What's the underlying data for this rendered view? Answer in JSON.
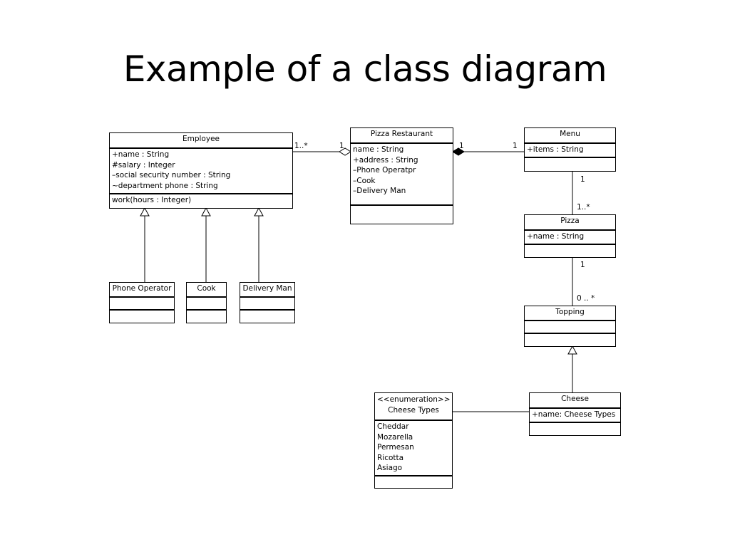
{
  "title": "Example of a class diagram",
  "classes": {
    "employee": {
      "name": "Employee",
      "attributes": [
        "+name : String",
        "#salary : Integer",
        "–social security number : String",
        "~department phone : String"
      ],
      "operations": [
        "work(hours : Integer)"
      ]
    },
    "phone_operator": {
      "name": "Phone Operator"
    },
    "cook": {
      "name": "Cook"
    },
    "delivery_man": {
      "name": "Delivery Man"
    },
    "pizza_restaurant": {
      "name": "Pizza Restaurant",
      "attributes": [
        "name : String",
        "+address : String",
        "–Phone Operatpr",
        "–Cook",
        "–Delivery Man"
      ]
    },
    "menu": {
      "name": "Menu",
      "attributes": [
        "+items : String"
      ]
    },
    "pizza": {
      "name": "Pizza",
      "attributes": [
        "+name : String"
      ]
    },
    "topping": {
      "name": "Topping"
    },
    "cheese": {
      "name": "Cheese",
      "attributes": [
        "+name: Cheese Types"
      ]
    },
    "cheese_types": {
      "stereotype": "<<enumeration>>",
      "name": "Cheese Types",
      "literals": [
        "Cheddar",
        "Mozarella",
        "Permesan",
        "Ricotta",
        "Asiago"
      ]
    }
  },
  "multiplicities": {
    "employee_end": "1..*",
    "restaurant_employee_end": "1",
    "restaurant_menu_end": "1",
    "menu_restaurant_end": "1",
    "menu_pizza_end": "1",
    "pizza_menu_end": "1..*",
    "pizza_topping_end": "1",
    "topping_pizza_end": "0 .. *"
  }
}
